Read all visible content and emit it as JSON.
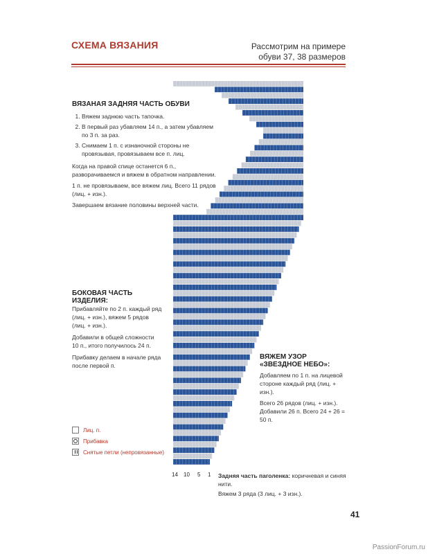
{
  "header": {
    "title": "СХЕМА ВЯЗАНИЯ",
    "subtitle_line1": "Рассмотрим на примере",
    "subtitle_line2": "обуви 37, 38 размеров"
  },
  "back_part": {
    "title": "ВЯЗАНАЯ ЗАДНЯЯ ЧАСТЬ ОБУВИ",
    "steps": [
      "Вяжем заднюю часть тапочка.",
      "В первый раз убавляем 14 п., а затем убавляем по 3 п. за раз.",
      "Снимаем 1 п. с изнаночной стороны не провязывая, провязываем все п. лиц."
    ],
    "para1": "Когда на правой спице останется 6 п., разворачиваемся и вяжем в обратном направлении.",
    "para2": "1 п. не провязываем, все вяжем лиц. Всего 11 рядов (лиц. + изн.).",
    "para3": "Завершаем вязание половины верхней части."
  },
  "side_part": {
    "title": "БОКОВАЯ ЧАСТЬ ИЗДЕЛИЯ:",
    "para1": "Прибавляйте по 2 п. каждый ряд (лиц. + изн.), вяжем 5 рядов (лиц. + изн.).",
    "para2": "Добавили в общей сложности 10 п., итого получилось 24 п.",
    "para3": "Прибавку делаем в начале ряда после первой п."
  },
  "pattern": {
    "title_line1": "ВЯЖЕМ УЗОР",
    "title_line2": "«ЗВЕЗДНОЕ НЕБО»:",
    "para1": "Добавляем по 1 п. на лицевой стороне каждый ряд (лиц. + изн.).",
    "para2": "Всего 26 рядов (лиц. + изн.). Добавили 26 п. Всего 24 + 26 = 50 п."
  },
  "legend": {
    "knit": "Лиц. п.",
    "increase": "Прибавка",
    "slipped": "Снятые петли (непровязанные)"
  },
  "axis": {
    "ticks": [
      "14",
      "10",
      "5",
      "1"
    ]
  },
  "bottom_note": {
    "bold": "Задняя часть паголенка:",
    "rest": " коричневая и синяя нити.",
    "line2": "Вяжем 3 ряда (3 лиц. + 3 изн.)."
  },
  "page_number": "41",
  "watermark": "PassionForum.ru",
  "colors": {
    "accent": "#b03a2e",
    "blue": "#2a5599",
    "grey": "#c9ced6"
  },
  "chart_data": {
    "type": "knitting-chart",
    "rows_total": 68,
    "stitches_axis": [
      "14",
      "10",
      "5",
      "1"
    ]
  }
}
